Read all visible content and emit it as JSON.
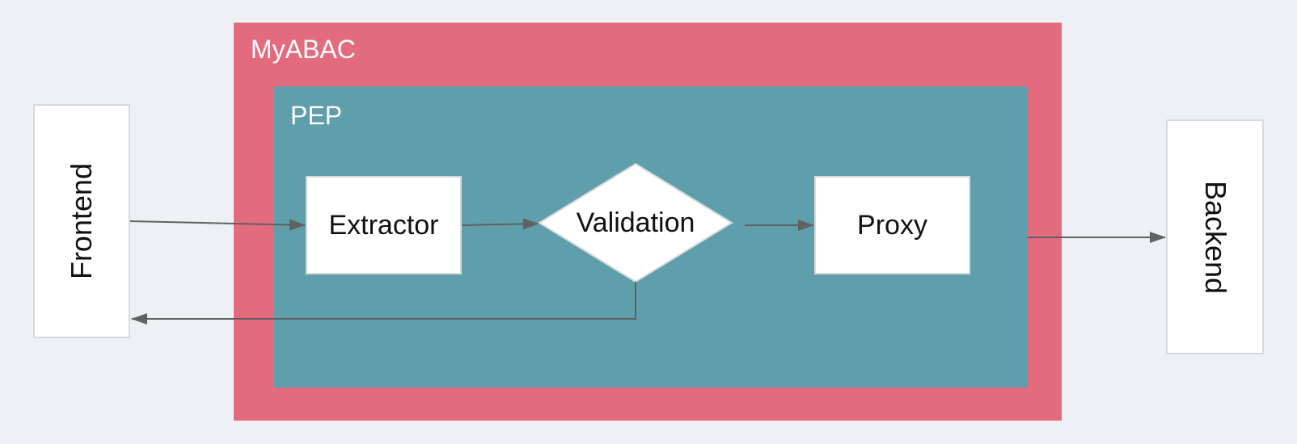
{
  "diagram": {
    "colors": {
      "background": "#edf0f4",
      "myabac_fill": "#e36b7e",
      "pep_fill": "#5f9fab",
      "node_fill": "#ffffff",
      "node_border": "#d6d9dd",
      "arrow": "#616161"
    },
    "containers": {
      "myabac": {
        "label": "MyABAC"
      },
      "pep": {
        "label": "PEP"
      }
    },
    "nodes": {
      "frontend": {
        "label": "Frontend",
        "shape": "rectangle",
        "text_orientation": "vertical-up"
      },
      "extractor": {
        "label": "Extractor",
        "shape": "rectangle"
      },
      "validation": {
        "label": "Validation",
        "shape": "diamond"
      },
      "proxy": {
        "label": "Proxy",
        "shape": "rectangle"
      },
      "backend": {
        "label": "Backend",
        "shape": "rectangle",
        "text_orientation": "vertical-down"
      }
    },
    "edges": [
      {
        "from": "frontend",
        "to": "extractor"
      },
      {
        "from": "extractor",
        "to": "validation"
      },
      {
        "from": "validation",
        "to": "proxy"
      },
      {
        "from": "validation",
        "to": "frontend"
      },
      {
        "from": "myabac",
        "to": "backend"
      }
    ]
  }
}
